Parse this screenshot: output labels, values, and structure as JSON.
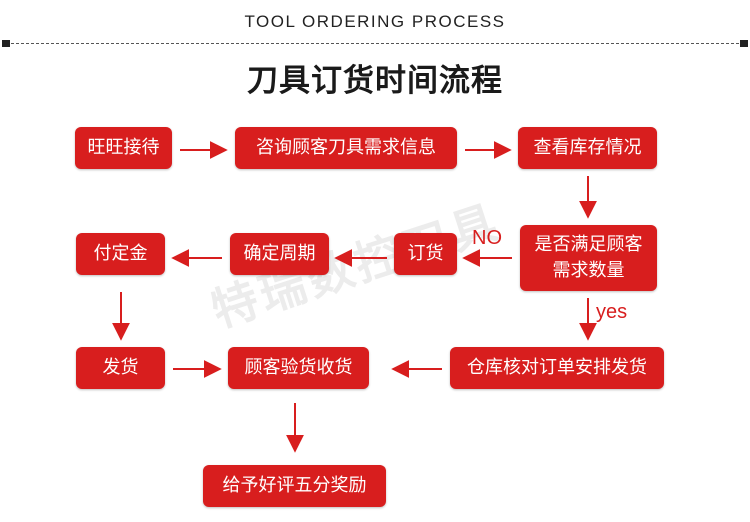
{
  "header": {
    "subtitle": "TOOL ORDERING PROCESS",
    "title": "刀具订货时间流程"
  },
  "steps": {
    "wangwang": "旺旺接待",
    "consult": "咨询顾客刀具需求信息",
    "check_stock": "查看库存情况",
    "meets_demand_line1": "是否满足顾客",
    "meets_demand_line2": "需求数量",
    "order": "订货",
    "confirm_cycle": "确定周期",
    "pay_deposit": "付定金",
    "warehouse": "仓库核对订单安排发货",
    "inspect": "顾客验货收货",
    "ship": "发货",
    "review": "给予好评五分奖励"
  },
  "labels": {
    "no": "NO",
    "yes": "yes"
  },
  "watermark": "特瑞数控刀具",
  "colors": {
    "accent": "#d81e1e",
    "text": "#1a1a1a"
  }
}
